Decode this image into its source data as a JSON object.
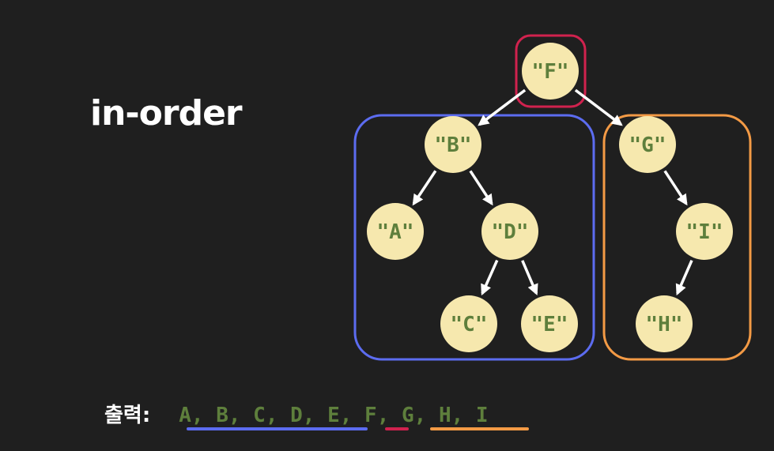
{
  "title": "in-order",
  "colors": {
    "background": "#1f1f1f",
    "node_fill": "#f6e8ae",
    "node_text": "#5e7f3c",
    "root_box": "#d0224e",
    "left_box": "#5c6cf0",
    "right_box": "#f39a45",
    "edge": "#ffffff"
  },
  "nodes": {
    "F": "\"F\"",
    "B": "\"B\"",
    "G": "\"G\"",
    "A": "\"A\"",
    "D": "\"D\"",
    "I": "\"I\"",
    "C": "\"C\"",
    "E": "\"E\"",
    "H": "\"H\""
  },
  "edges": [
    [
      "F",
      "B"
    ],
    [
      "F",
      "G"
    ],
    [
      "B",
      "A"
    ],
    [
      "B",
      "D"
    ],
    [
      "D",
      "C"
    ],
    [
      "D",
      "E"
    ],
    [
      "G",
      "I"
    ],
    [
      "I",
      "H"
    ]
  ],
  "output": {
    "label": "출력:",
    "sequence": "A, B, C, D, E, F, G, H, I"
  }
}
